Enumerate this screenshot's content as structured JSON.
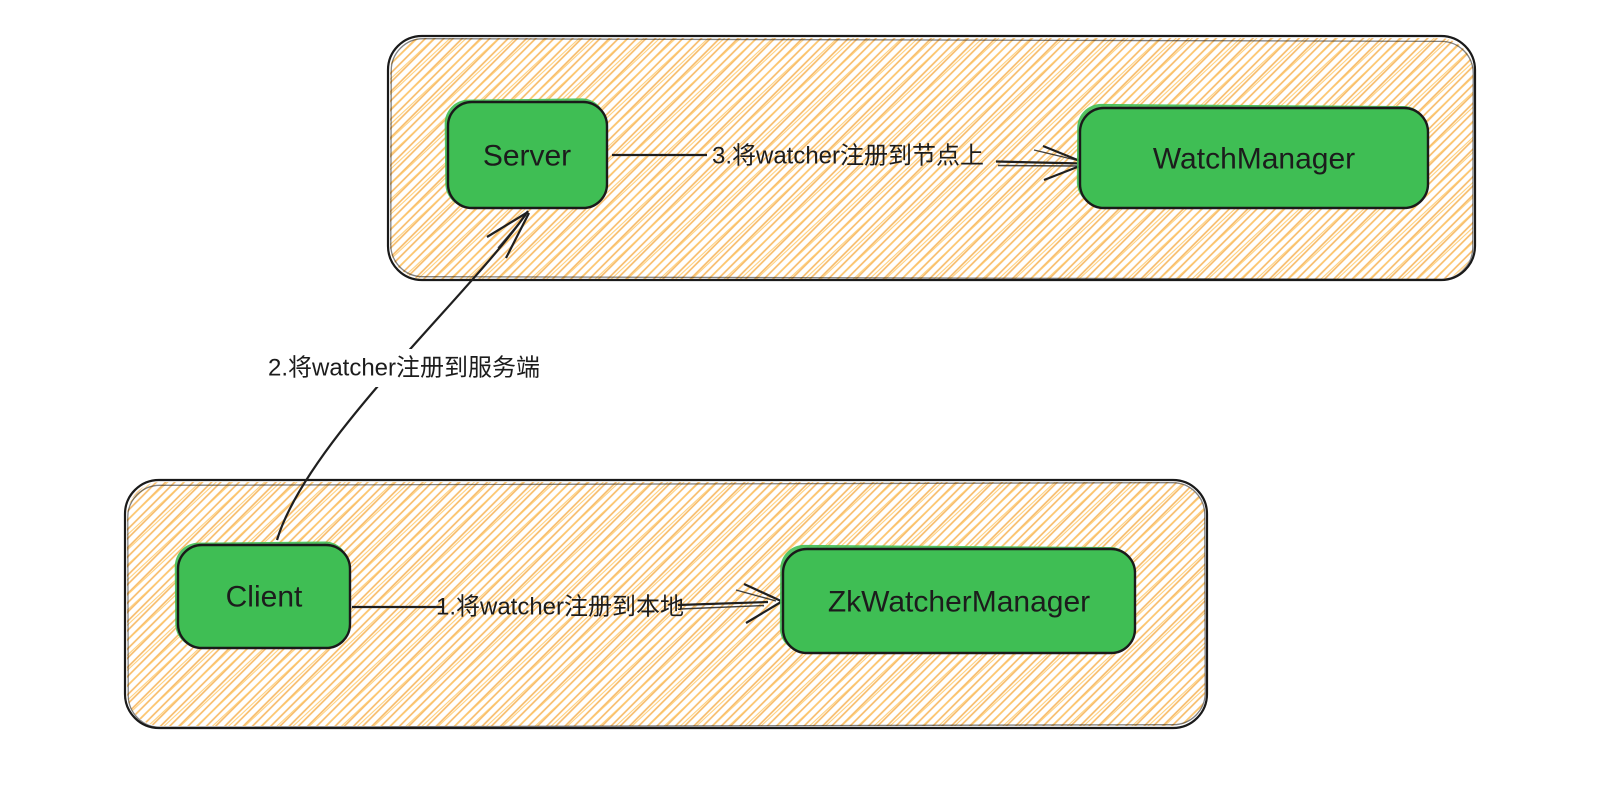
{
  "diagram": {
    "colors": {
      "node_fill": "#3FBE54",
      "hatch_primary": "#F5A83B",
      "hatch_secondary": "#FFCB6E",
      "stroke": "#1A1A1A",
      "text": "#1C1C1C",
      "background": "#FFFFFF"
    },
    "nodes": {
      "server": {
        "label": "Server"
      },
      "watch_manager": {
        "label": "WatchManager"
      },
      "client": {
        "label": "Client"
      },
      "zk_watcher_manager": {
        "label": "ZkWatcherManager"
      }
    },
    "edges": {
      "register_local": {
        "label": "1.将watcher注册到本地",
        "from": "Client",
        "to": "ZkWatcherManager"
      },
      "register_server": {
        "label": "2.将watcher注册到服务端",
        "from": "Client",
        "to": "Server"
      },
      "register_node": {
        "label": "3.将watcher注册到节点上",
        "from": "Server",
        "to": "WatchManager"
      }
    }
  }
}
